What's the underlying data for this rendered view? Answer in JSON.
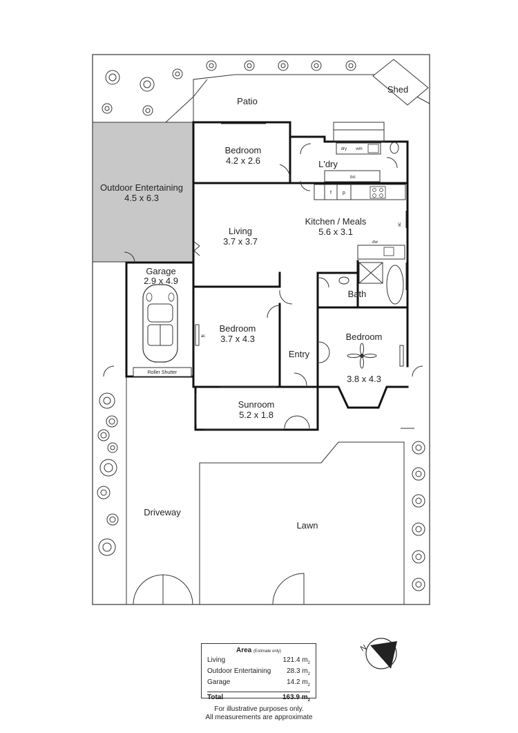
{
  "rooms": {
    "patio": {
      "name": "Patio"
    },
    "shed": {
      "name": "Shed"
    },
    "bedroom_1": {
      "name": "Bedroom",
      "size": "4.2 x 2.6"
    },
    "laundry": {
      "name": "L'dry"
    },
    "outdoor_entertaining": {
      "name": "Outdoor Entertaining",
      "size": "4.5 x 6.3"
    },
    "living": {
      "name": "Living",
      "size": "3.7 x 3.7"
    },
    "kitchen_meals": {
      "name": "Kitchen / Meals",
      "size": "5.6 x 3.1"
    },
    "garage": {
      "name": "Garage",
      "size": "2.9 x 4.9"
    },
    "bedroom_2": {
      "name": "Bedroom",
      "size": "3.7 x 4.3"
    },
    "bath": {
      "name": "Bath"
    },
    "bedroom_3": {
      "name": "Bedroom",
      "size": "3.8 x 4.3"
    },
    "entry": {
      "name": "Entry"
    },
    "sunroom": {
      "name": "Sunroom",
      "size": "5.2 x 1.8"
    },
    "driveway": {
      "name": "Driveway"
    },
    "lawn": {
      "name": "Lawn"
    }
  },
  "fixtures": {
    "dry": "dry",
    "wm": "wm",
    "bic": "bic",
    "fridge": "f",
    "pantry": "p",
    "dw": "dw",
    "ac_kitchen": "ac",
    "ac_bedroom": "ac",
    "roller_shutter": "Roller Shutter"
  },
  "area_table": {
    "title": "Area",
    "note": "(Estimate only)",
    "rows": [
      {
        "label": "Living",
        "value": "121.4 m",
        "unit_sub": "2"
      },
      {
        "label": "Outdoor Entertaining",
        "value": "28.3 m",
        "unit_sub": "2"
      },
      {
        "label": "Garage",
        "value": "14.2 m",
        "unit_sub": "2"
      }
    ],
    "total": {
      "label": "Total",
      "value": "163.9 m",
      "unit_sub": "2"
    }
  },
  "disclaimer": {
    "line1": "For illustrative purposes only.",
    "line2": "All measurements are approximate"
  },
  "compass": {
    "icon": "north-arrow-icon",
    "letter": "N"
  },
  "colors": {
    "outdoor_entertaining_fill": "#c8c8c8",
    "wall": "#111111"
  }
}
